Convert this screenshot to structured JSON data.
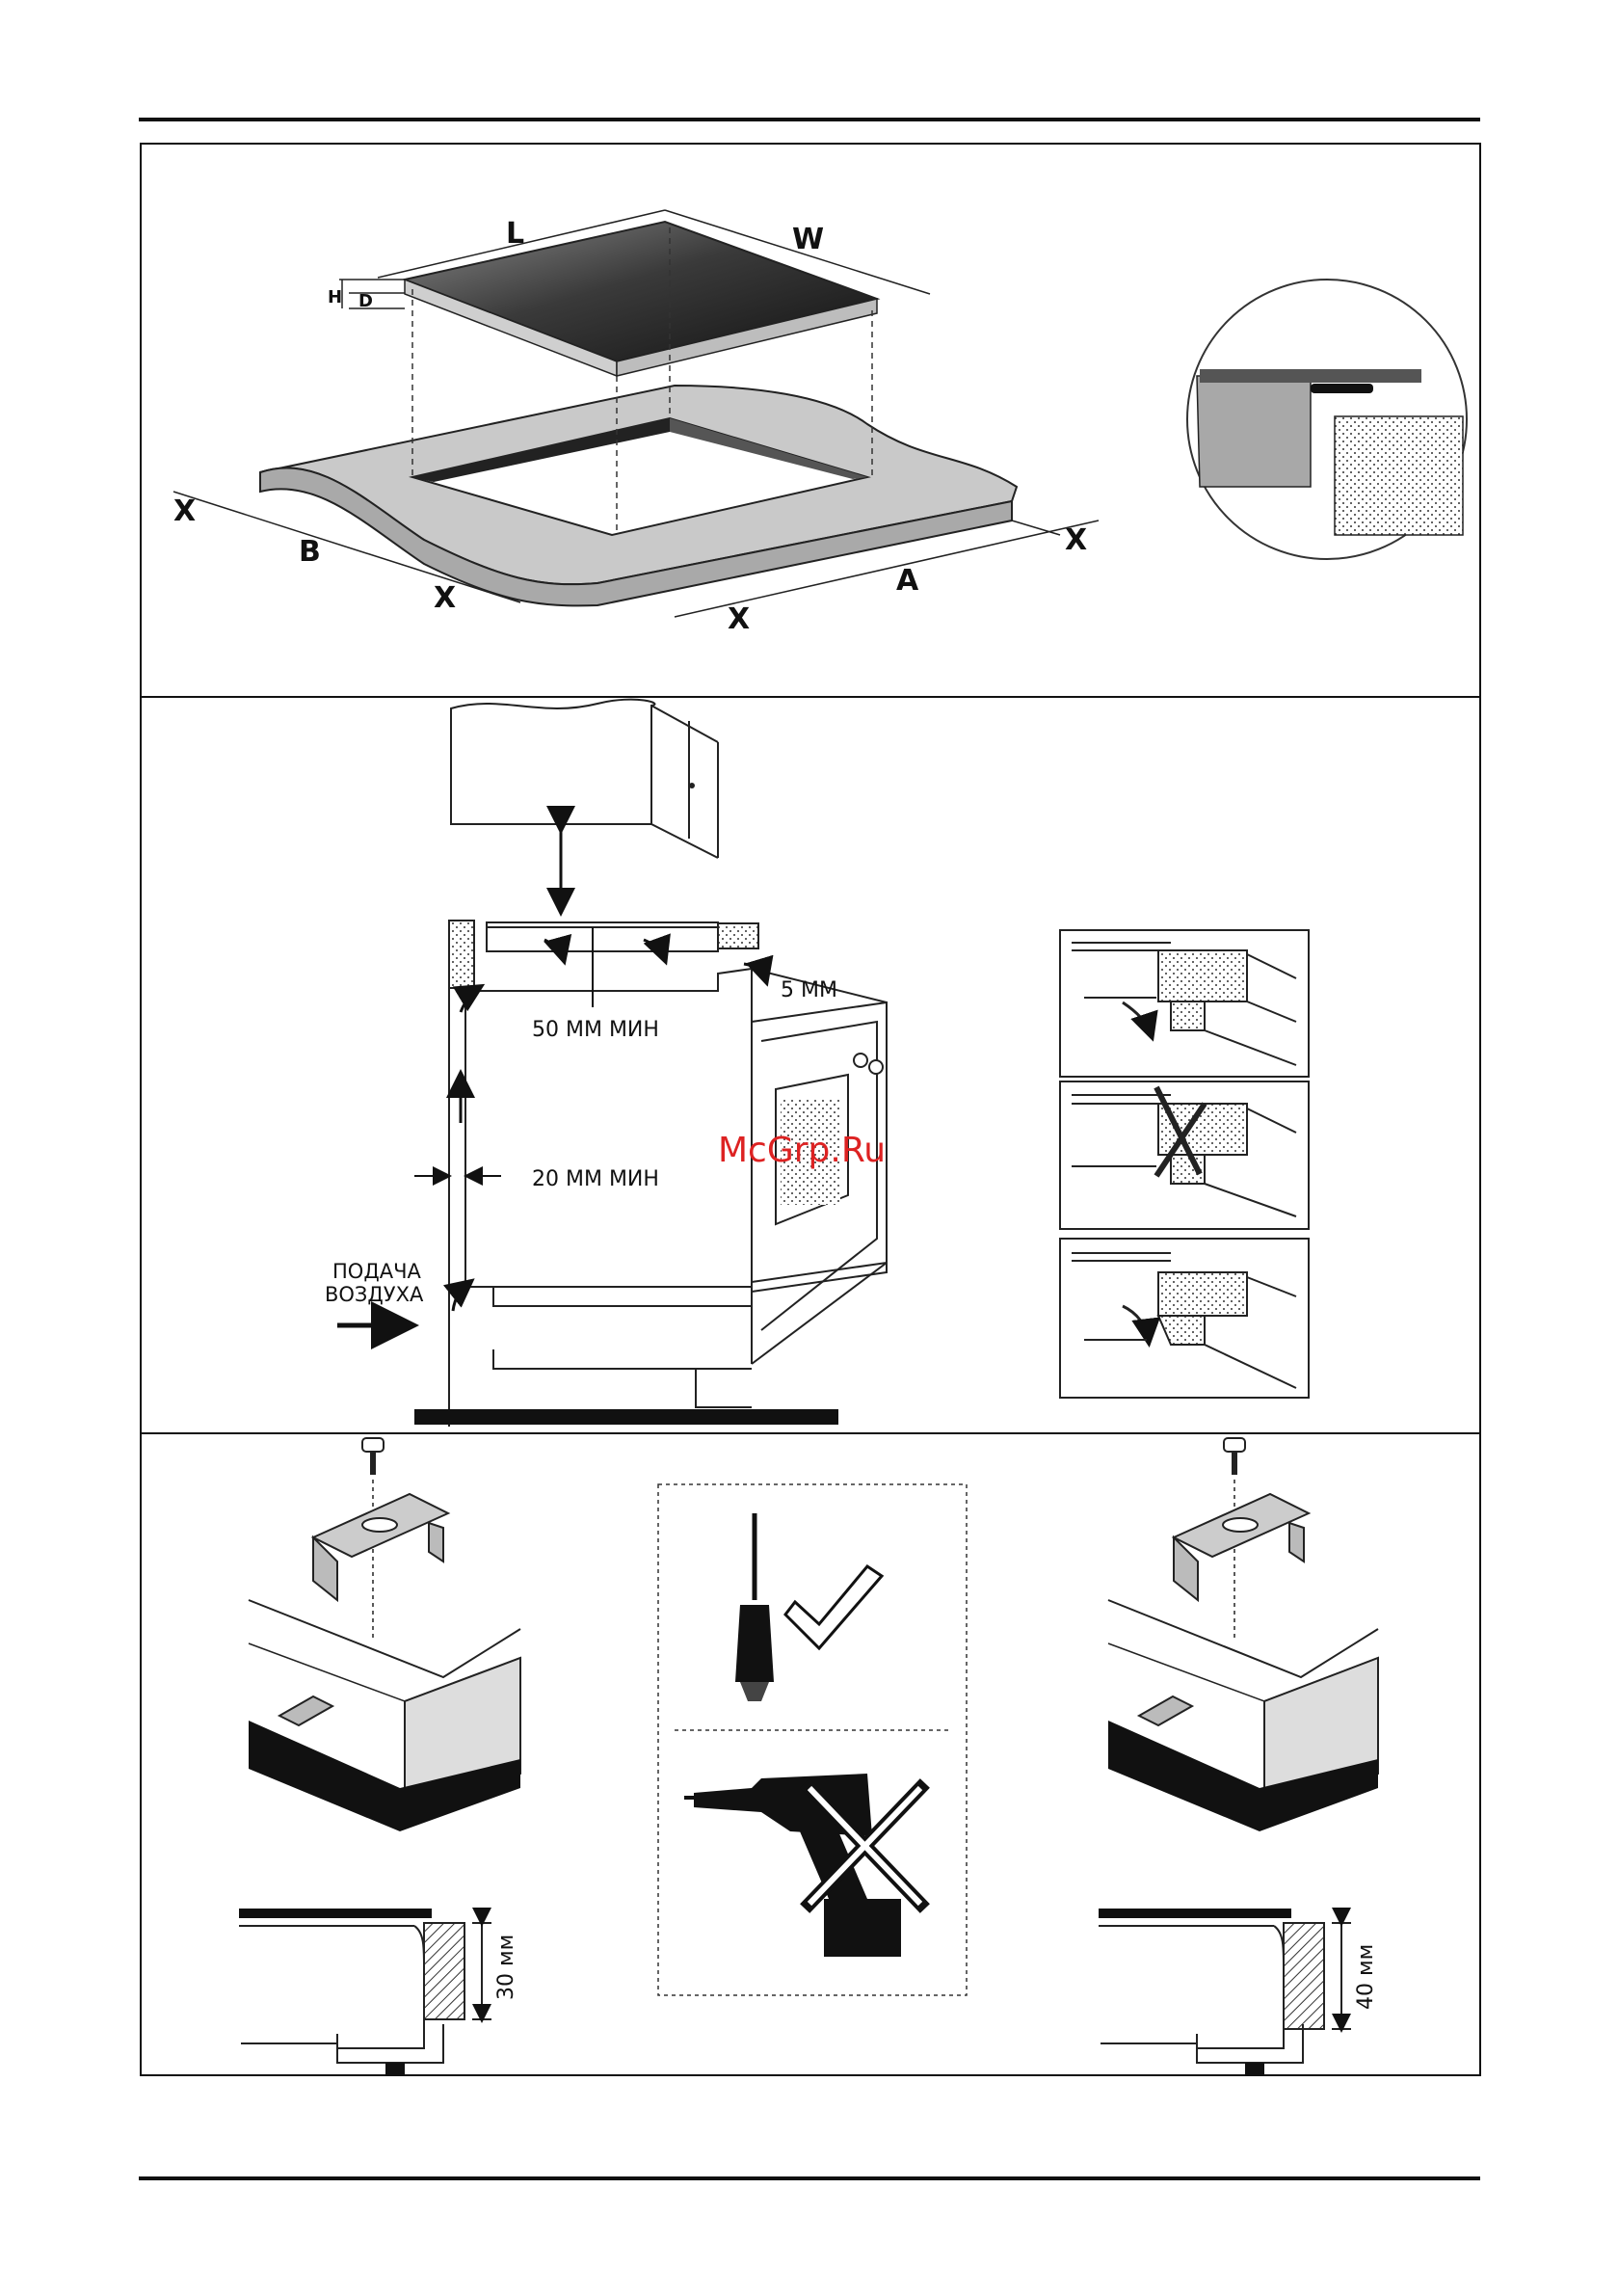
{
  "panel1": {
    "labels": {
      "length": "L",
      "width": "W",
      "height": "H",
      "depth": "D",
      "clearance": "X",
      "cutout_width": "B",
      "cutout_length": "A"
    }
  },
  "panel2": {
    "gap_5": "5 ММ",
    "gap_50": "50 ММ МИН",
    "gap_20": "20 ММ МИН",
    "air_line1": "ПОДАЧА",
    "air_line2": "ВОЗДУХА",
    "watermark": "McGrp.Ru"
  },
  "panel3": {
    "thickness_left": "30 мм",
    "thickness_right": "40 мм",
    "screwdriver_status": "check-icon",
    "drill_status": "cross-icon"
  }
}
